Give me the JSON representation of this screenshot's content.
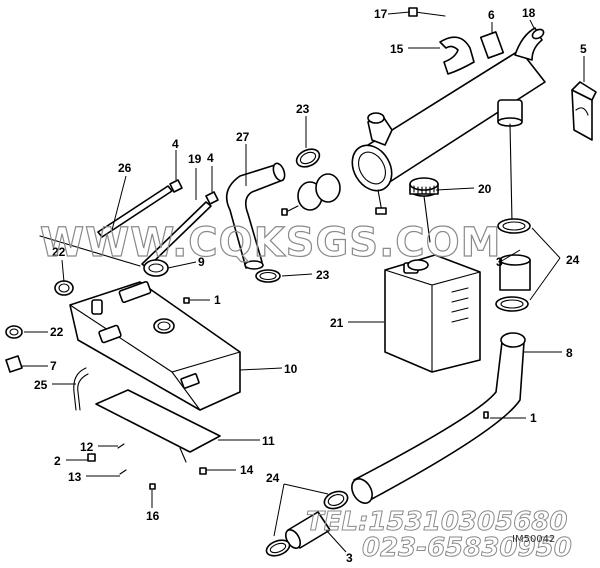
{
  "callouts": [
    {
      "id": "c17",
      "label": "17"
    },
    {
      "id": "c6",
      "label": "6"
    },
    {
      "id": "c18",
      "label": "18"
    },
    {
      "id": "c15",
      "label": "15"
    },
    {
      "id": "c5",
      "label": "5"
    },
    {
      "id": "c23a",
      "label": "23"
    },
    {
      "id": "c27",
      "label": "27"
    },
    {
      "id": "c4a",
      "label": "4"
    },
    {
      "id": "c4b",
      "label": "4"
    },
    {
      "id": "c19",
      "label": "19"
    },
    {
      "id": "c26",
      "label": "26"
    },
    {
      "id": "c20",
      "label": "20"
    },
    {
      "id": "c22a",
      "label": "22"
    },
    {
      "id": "c9",
      "label": "9"
    },
    {
      "id": "c23b",
      "label": "23"
    },
    {
      "id": "c3a",
      "label": "3"
    },
    {
      "id": "c24a",
      "label": "24"
    },
    {
      "id": "c1a",
      "label": "1"
    },
    {
      "id": "c21",
      "label": "21"
    },
    {
      "id": "c22b",
      "label": "22"
    },
    {
      "id": "c8",
      "label": "8"
    },
    {
      "id": "c7",
      "label": "7"
    },
    {
      "id": "c10",
      "label": "10"
    },
    {
      "id": "c25",
      "label": "25"
    },
    {
      "id": "c1b",
      "label": "1"
    },
    {
      "id": "c11",
      "label": "11"
    },
    {
      "id": "c12",
      "label": "12"
    },
    {
      "id": "c2",
      "label": "2"
    },
    {
      "id": "c14",
      "label": "14"
    },
    {
      "id": "c13",
      "label": "13"
    },
    {
      "id": "c24b",
      "label": "24"
    },
    {
      "id": "c16",
      "label": "16"
    },
    {
      "id": "c3b",
      "label": "3"
    }
  ],
  "watermark": {
    "site": "WWW.CQKSGS.COM",
    "tel": "TEL:15310305680",
    "phone": "023-65830950",
    "stamp": "IM50042"
  }
}
